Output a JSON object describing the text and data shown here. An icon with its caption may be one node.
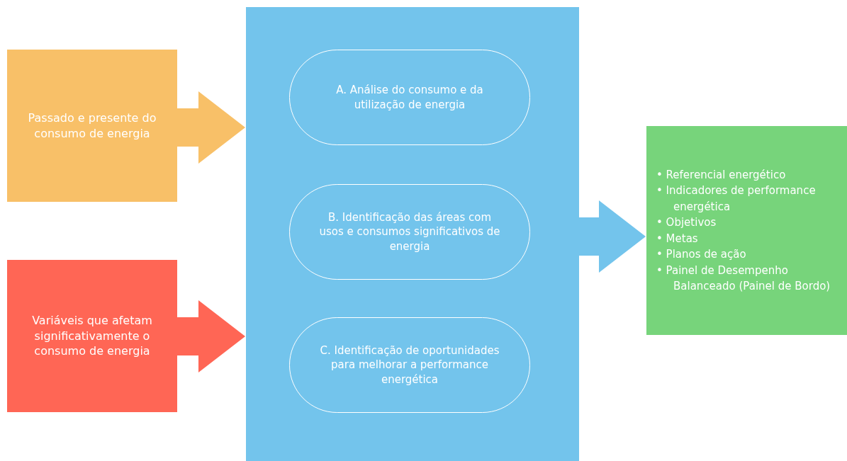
{
  "diagram": {
    "nodes": [
      {
        "text": [
          "Passado e presente do consumo de energia"
        ]
      },
      {
        "text": [
          "Variáveis que afetam significativamente o consumo de energia"
        ]
      },
      {
        "text": [],
        "shape": "box"
      },
      {
        "text": [
          "A. Análise do consumo e da utilização de energia"
        ],
        "in": 2
      },
      {
        "text": [
          "B. Identificação das áreas com usos e consumos significativos de energia"
        ],
        "in": 2
      },
      {
        "text": [
          "C. Identificação de oportunidades para melhorar a performance energética"
        ],
        "in": 2
      },
      {
        "text": [
          "• Referencial energético",
          "• Indicadores de performance energética",
          "• Objetivos",
          "• Metas",
          "• Planos de ação",
          "• Painel de Desempenho Balanceado (Painel de Bordo)"
        ]
      }
    ],
    "edges": [
      {
        "from": 0,
        "to": 2,
        "arrow": "to",
        "style": "thick",
        "color": "#f8c068"
      },
      {
        "from": 1,
        "to": 2,
        "arrow": "to",
        "style": "thick",
        "color": "#ff6655"
      },
      {
        "from": 2,
        "to": 6,
        "arrow": "to",
        "style": "thick",
        "color": "#73c4ec"
      }
    ]
  }
}
